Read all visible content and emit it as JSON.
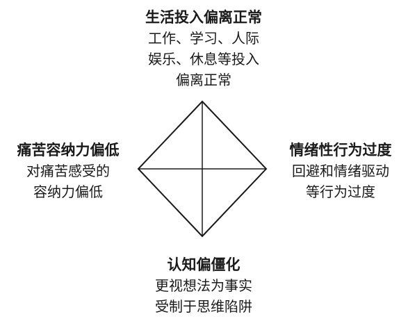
{
  "top": {
    "title": "生活投入偏离正常",
    "lines": [
      "工作、学习、人际",
      "娱乐、休息等投入",
      "偏离正常"
    ]
  },
  "left": {
    "title": "痛苦容纳力偏低",
    "lines": [
      "对痛苦感受的",
      "容纳力偏低"
    ]
  },
  "right": {
    "title": "情绪性行为过度",
    "lines": [
      "回避和情绪驱动",
      "等行为过度"
    ]
  },
  "bottom": {
    "title": "认知偏僵化",
    "lines": [
      "更视想法为事实",
      "受制于思维陷阱"
    ]
  },
  "colors": {
    "line": "#1a1a1a",
    "text": "#1a1a1a"
  }
}
